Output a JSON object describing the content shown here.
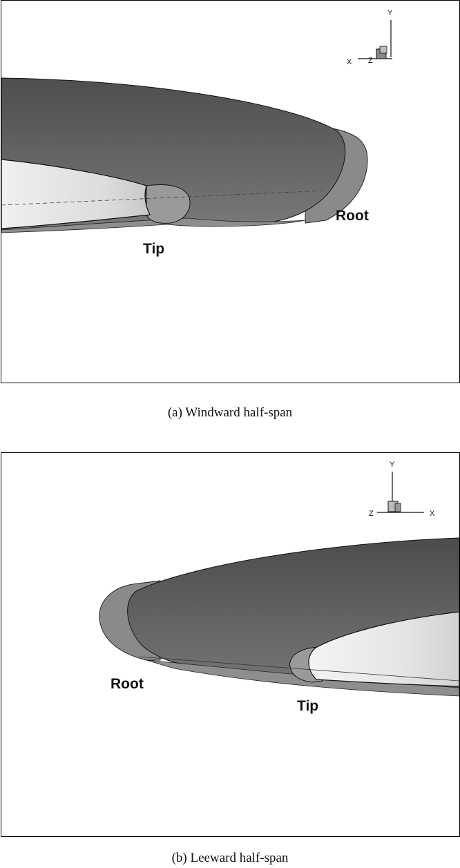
{
  "panels": [
    {
      "caption": "(a) Windward half-span",
      "labels": {
        "root": "Root",
        "tip": "Tip"
      },
      "axes": {
        "y": "Y",
        "x": "X",
        "z": "Z"
      }
    },
    {
      "caption": "(b) Leeward half-span",
      "labels": {
        "root": "Root",
        "tip": "Tip"
      },
      "axes": {
        "y": "Y",
        "x": "X",
        "z": "Z"
      }
    }
  ],
  "colors": {
    "wing_dark": "#5a5a5a",
    "wing_mid": "#7a7a7a",
    "root_cap": "#8c8c8c",
    "tip_section": "#e4e4e4",
    "outline": "#111111"
  }
}
